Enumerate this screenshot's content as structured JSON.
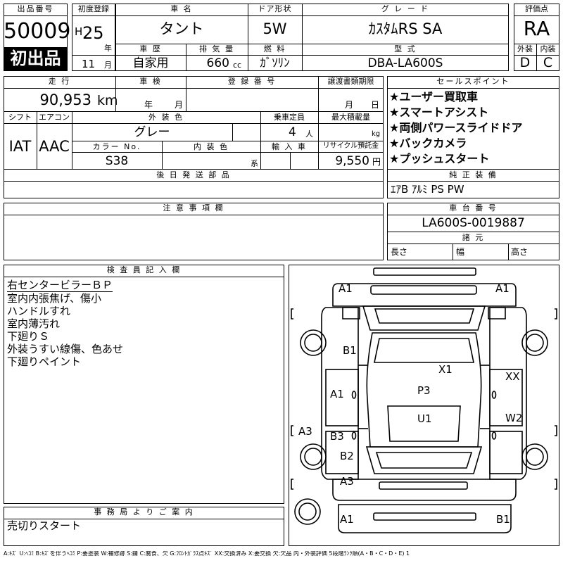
{
  "sheet": {
    "lot_label": "出品番号",
    "lot_number": "50009",
    "first_listing": "初出品",
    "first_reg_label": "初度登録",
    "era_symbol": "H",
    "reg_year": "25",
    "year_unit": "年",
    "reg_month": "11",
    "month_unit": "月",
    "car_name_label": "車 名",
    "car_name": "タント",
    "history_label": "車 歴",
    "history": "自家用",
    "displacement_label": "排 気 量",
    "displacement": "660",
    "displacement_unit": "cc",
    "door_label": "ドア形状",
    "doors": "5W",
    "fuel_label": "燃 料",
    "fuel": "ｶﾞｿﾘﾝ",
    "grade_label": "グ レ ー ド",
    "grade": "ｶｽﾀﾑRS SA",
    "model_label": "型 式",
    "model_code": "DBA-LA600S",
    "score_label": "評価点",
    "score": "RA",
    "exterior_label": "外装",
    "exterior_grade": "D",
    "interior_label": "内装",
    "interior_grade": "C"
  },
  "details": {
    "mileage_label": "走 行",
    "mileage": "90,953",
    "mileage_unit": "km",
    "inspection_label": "車 検",
    "inspection_year_unit": "年",
    "inspection_month_unit": "月",
    "plate_label": "登 録 番 号",
    "transfer_label": "譲渡書類期限",
    "transfer_month_unit": "月",
    "transfer_day_unit": "日",
    "shift_label": "シフト",
    "shift": "IAT",
    "ac_label": "エアコン",
    "ac": "AAC",
    "ext_color_label": "外 装 色",
    "ext_color": "グレー",
    "capacity_label": "乗車定員",
    "capacity": "4",
    "capacity_unit": "人",
    "load_label": "最大積載量",
    "load_unit": "kg",
    "color_no_label": "カラー No.",
    "color_no": "S38",
    "int_color_label": "内 装 色",
    "int_color_unit": "系",
    "import_label": "輸 入 車",
    "recycle_label": "リサイクル預託金",
    "recycle": "9,550",
    "recycle_unit": "円",
    "later_parts_label": "後 日 発 送 部 品",
    "notes_label": "注 意 事 項 欄"
  },
  "sales_points": {
    "label": "セールスポイント",
    "items": [
      "★ユーザー買取車",
      "★スマートアシスト",
      "★両側パワースライドドア",
      "★バックカメラ",
      "★プッシュスタート"
    ]
  },
  "equipment": {
    "label": "純 正 装 備",
    "value": "ｴｱB ｱﾙﾐ PS PW"
  },
  "chassis": {
    "label": "車 台 番 号",
    "value": "LA600S-0019887",
    "spec_label": "諸 元",
    "length_label": "長さ",
    "width_label": "幅",
    "height_label": "高さ"
  },
  "inspector": {
    "label": "検 査 員 記 入 欄",
    "lines": [
      "右センタービラーＢＰ",
      "室内内張焦げ、傷小",
      "ハンドルすれ",
      "室内薄汚れ",
      "下廻りＳ",
      "外装うすい線傷、色あせ",
      "下廻りペイント"
    ]
  },
  "office": {
    "label": "事 務 局 よ り ご 案 内",
    "text": "売切りスタート"
  },
  "diagram": {
    "marks": {
      "front_left": "A1",
      "front_right": "A1",
      "fender_left": "B1",
      "door_front_left": "A1",
      "roof": "X1",
      "door_front_right": "XX",
      "interior_front": "P3",
      "interior_rear": "U1",
      "door_rear_right": "W2",
      "rocker_left": "A3",
      "door_rear_left": "B3",
      "quarter_left": "B2",
      "rear_left": "A3",
      "rear_bottom_left": "A1",
      "rear_bottom_right": "B1"
    }
  },
  "legend": {
    "text": "A:ｷｽﾞ U:ﾍｺﾐ B:ｷｽﾞを伴うﾍｺﾐ P:要塗装 W:補修跡 S:錆 C:腐食、欠 G:ﾌﾛﾝﾄｶﾞﾗｽ点ｷｽﾞ XX:交換済み X:要交換 欠:欠品 内・外装評価 5段階ﾗﾝｸ順(A・B・C・D・E) 1"
  }
}
